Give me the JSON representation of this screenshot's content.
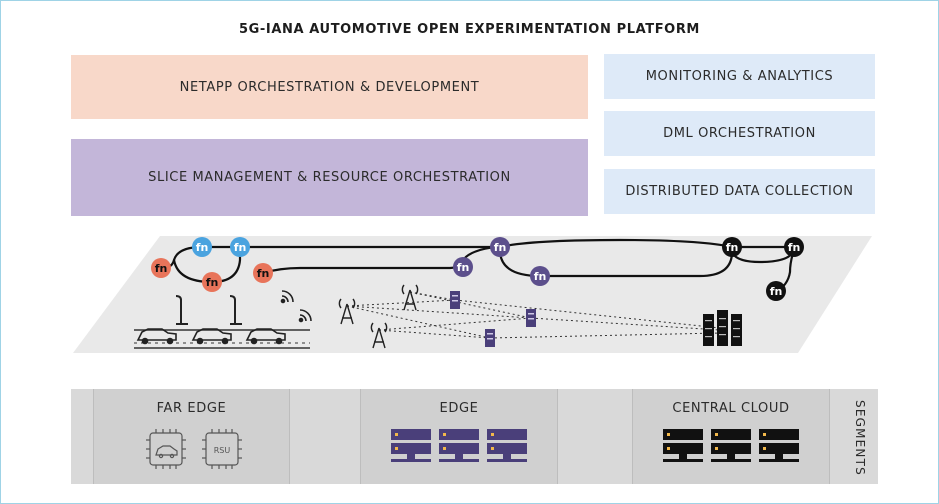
{
  "title": "5G-IANA AUTOMOTIVE OPEN EXPERIMENTATION PLATFORM",
  "layers": {
    "netapp": "NETAPP ORCHESTRATION & DEVELOPMENT",
    "slice": "SLICE MANAGEMENT & RESOURCE ORCHESTRATION",
    "monitoring": "MONITORING & ANALYTICS",
    "dml": "DML ORCHESTRATION",
    "ddc": "DISTRIBUTED DATA COLLECTION"
  },
  "function_label": "fn",
  "segments": {
    "far_edge": "FAR EDGE",
    "edge": "EDGE",
    "central_cloud": "CENTRAL CLOUD",
    "side_label": "SEGMENTS",
    "rsu_label": "RSU"
  },
  "colors": {
    "fn_orange": "#e8745a",
    "fn_blue": "#4aa3df",
    "fn_purple": "#5c4f8c",
    "fn_black": "#111111",
    "netapp_bg": "#f8d8c9",
    "slice_bg": "#c3b6d9",
    "side_bg": "#deeaf8"
  }
}
